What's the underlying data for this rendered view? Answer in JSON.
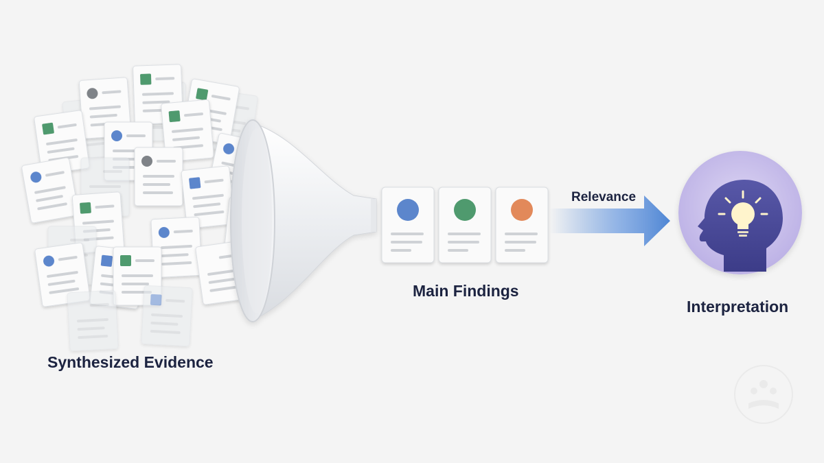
{
  "labels": {
    "evidence": "Synthesized Evidence",
    "findings": "Main Findings",
    "relevance": "Relevance",
    "interpretation": "Interpretation"
  },
  "colors": {
    "background": "#f4f4f4",
    "text": "#1c2340",
    "blue": "#5b86cc",
    "green": "#4f9a6e",
    "orange": "#e2895a",
    "gray": "#7f8388",
    "purple": "#4a4a9a",
    "arrow": "#5b8fd6"
  },
  "icons": [
    "document-icon",
    "funnel-icon",
    "finding-card-icon",
    "arrow-right-icon",
    "head-lightbulb-icon",
    "watermark-logo-icon"
  ],
  "findings": [
    {
      "color": "blue"
    },
    {
      "color": "green"
    },
    {
      "color": "orange"
    }
  ]
}
